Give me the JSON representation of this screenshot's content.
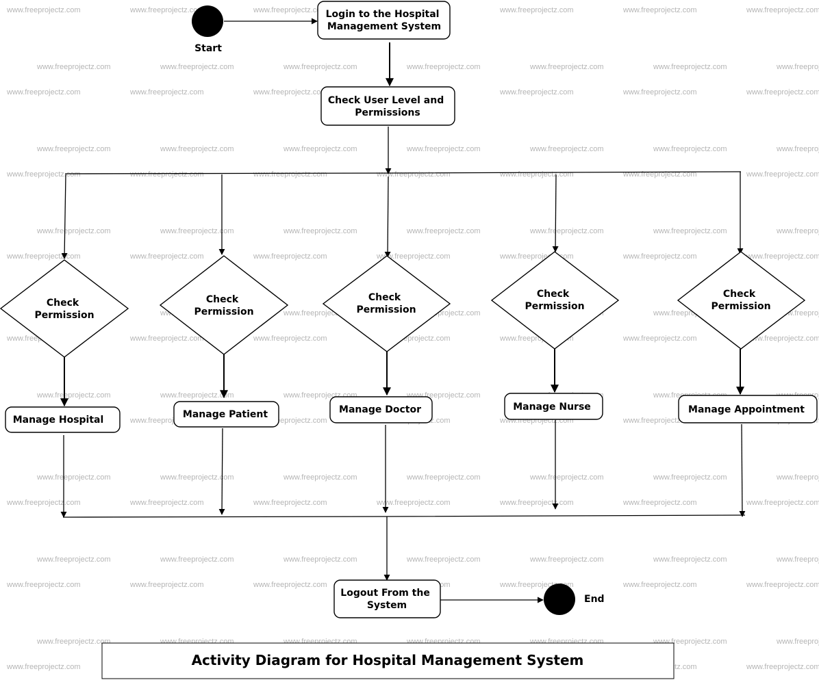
{
  "watermark": "www.freeprojectz.com",
  "start": {
    "label": "Start"
  },
  "end": {
    "label": "End"
  },
  "activities": {
    "login": [
      "Login to the Hospital",
      "Management System"
    ],
    "check_user_level": [
      "Check User Level and",
      "Permissions"
    ],
    "manage_hospital": [
      "Manage Hospital"
    ],
    "manage_patient": [
      "Manage Patient"
    ],
    "manage_doctor": [
      "Manage Doctor"
    ],
    "manage_nurse": [
      "Manage Nurse"
    ],
    "manage_appointment": [
      "Manage Appointment"
    ],
    "logout": [
      "Logout From the",
      "System"
    ]
  },
  "decisions": {
    "check_permission_hospital": [
      "Check",
      "Permission"
    ],
    "check_permission_patient": [
      "Check",
      "Permission"
    ],
    "check_permission_doctor": [
      "Check",
      "Permission"
    ],
    "check_permission_nurse": [
      "Check",
      "Permission"
    ],
    "check_permission_appointment": [
      "Check",
      "Permission"
    ]
  },
  "title": "Activity Diagram for Hospital Management System"
}
